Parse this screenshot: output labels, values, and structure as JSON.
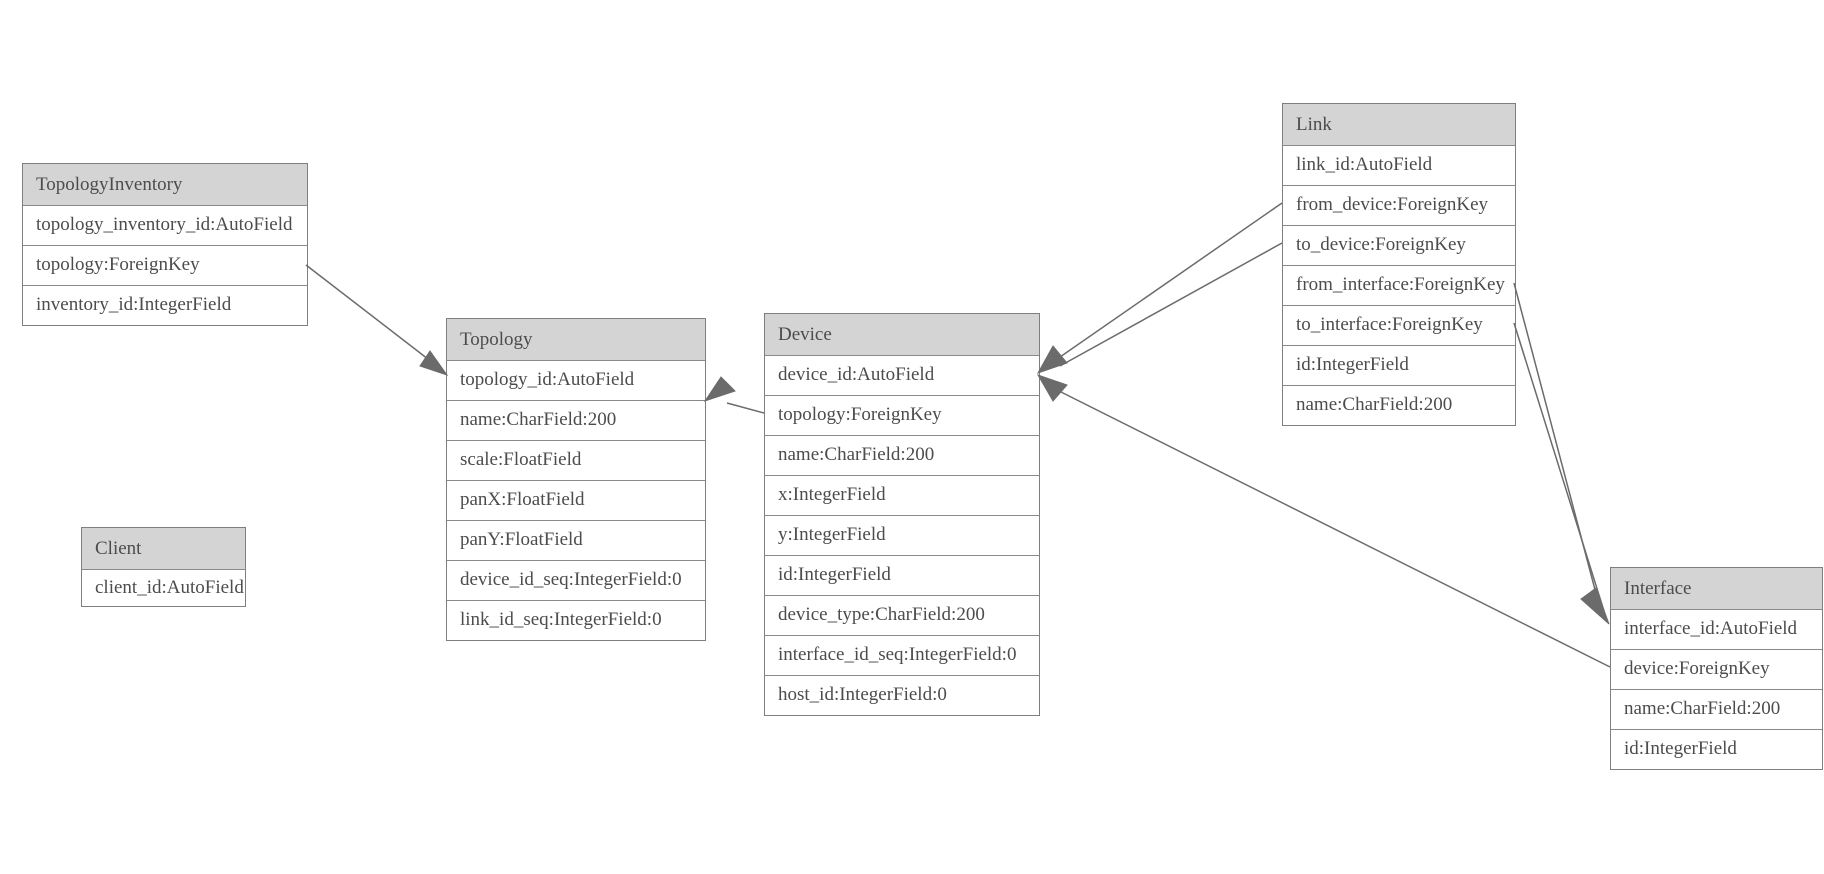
{
  "diagram_type": "entity-relationship-model-diagram",
  "colors": {
    "header_bg": "#d4d4d4",
    "table_border": "#7f7f7f",
    "row_divider": "#8a8a8a",
    "text": "#4c4c4c",
    "edge": "#6b6b6b",
    "background": "#ffffff"
  },
  "tables": {
    "topology_inventory": {
      "name": "TopologyInventory",
      "fields": [
        "topology_inventory_id:AutoField",
        "topology:ForeignKey",
        "inventory_id:IntegerField"
      ]
    },
    "topology": {
      "name": "Topology",
      "fields": [
        "topology_id:AutoField",
        "name:CharField:200",
        "scale:FloatField",
        "panX:FloatField",
        "panY:FloatField",
        "device_id_seq:IntegerField:0",
        "link_id_seq:IntegerField:0"
      ]
    },
    "client": {
      "name": "Client",
      "fields": [
        "client_id:AutoField"
      ]
    },
    "device": {
      "name": "Device",
      "fields": [
        "device_id:AutoField",
        "topology:ForeignKey",
        "name:CharField:200",
        "x:IntegerField",
        "y:IntegerField",
        "id:IntegerField",
        "device_type:CharField:200",
        "interface_id_seq:IntegerField:0",
        "host_id:IntegerField:0"
      ]
    },
    "link": {
      "name": "Link",
      "fields": [
        "link_id:AutoField",
        "from_device:ForeignKey",
        "to_device:ForeignKey",
        "from_interface:ForeignKey",
        "to_interface:ForeignKey",
        "id:IntegerField",
        "name:CharField:200"
      ]
    },
    "interface": {
      "name": "Interface",
      "fields": [
        "interface_id:AutoField",
        "device:ForeignKey",
        "name:CharField:200",
        "id:IntegerField"
      ]
    }
  },
  "edges": [
    {
      "id": "topologyinventory-to-topology",
      "relation": "TopologyInventory.topology ForeignKey -> Topology",
      "lines": [
        [
          306,
          265,
          437,
          366
        ]
      ],
      "arrows": [
        [
          [
            447,
            375
          ],
          [
            420,
            366
          ],
          [
            430,
            351
          ]
        ]
      ]
    },
    {
      "id": "device-to-topology",
      "relation": "Device.topology ForeignKey -> Topology",
      "lines": [
        [
          764,
          413,
          727,
          403
        ]
      ],
      "arrows": [
        [
          [
            705,
            401
          ],
          [
            721,
            377
          ],
          [
            735,
            391
          ]
        ]
      ]
    },
    {
      "id": "link-to-device",
      "relation": "Link.from_device ForeignKey -> Device; Link.to_device ForeignKey -> Device",
      "lines": [
        [
          1282,
          203,
          1060,
          357
        ],
        [
          1282,
          243,
          1060,
          366
        ]
      ],
      "arrows": [
        [
          [
            1038,
            373
          ],
          [
            1053,
            346
          ],
          [
            1067,
            363
          ]
        ]
      ]
    },
    {
      "id": "interface-to-device",
      "relation": "Interface.device ForeignKey -> Device",
      "lines": [
        [
          1057,
          390,
          1610,
          667
        ]
      ],
      "arrows": [
        [
          [
            1038,
            375
          ],
          [
            1053,
            401
          ],
          [
            1067,
            385
          ]
        ]
      ]
    },
    {
      "id": "link-to-interface",
      "relation": "Link.from_interface ForeignKey -> Interface; Link.to_interface ForeignKey -> Interface",
      "lines": [
        [
          1514,
          283,
          1598,
          601
        ],
        [
          1514,
          323,
          1604,
          611
        ]
      ],
      "arrows": [
        [
          [
            1609,
            624
          ],
          [
            1581,
            599
          ],
          [
            1596,
            588
          ]
        ]
      ]
    }
  ]
}
